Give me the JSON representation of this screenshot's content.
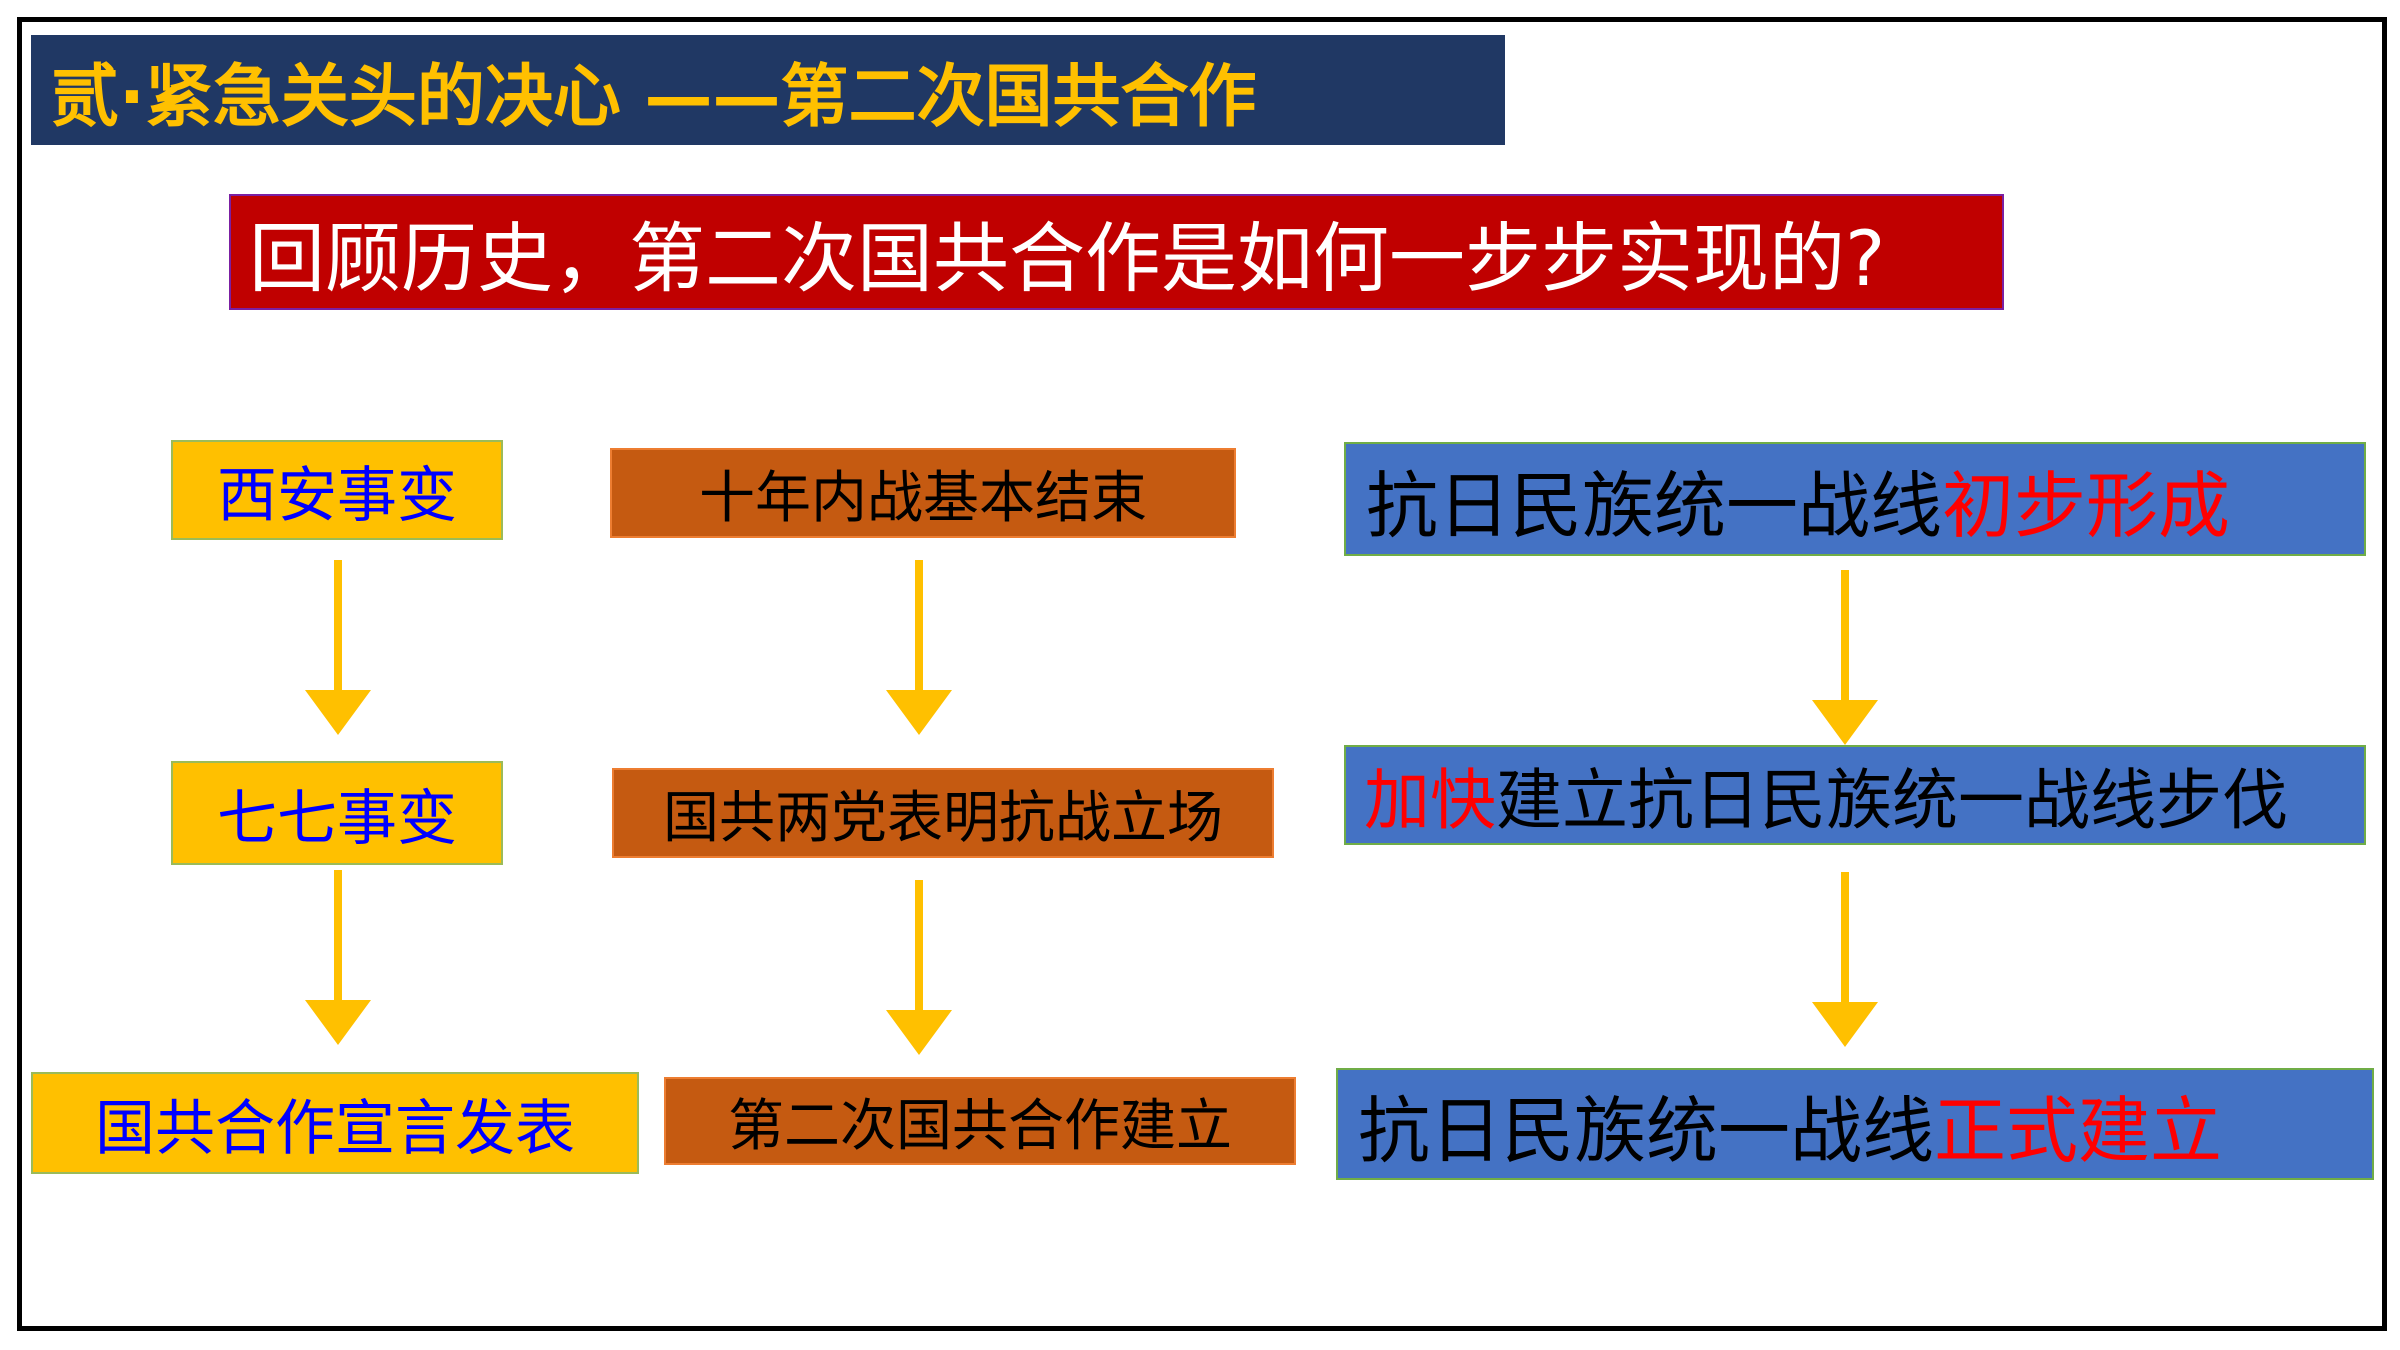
{
  "title": "贰·紧急关头的决心 ——第二次国共合作",
  "question": "回顾历史，第二次国共合作是如何一步步实现的?",
  "columns": {
    "events": [
      "西安事变",
      "七七事变",
      "国共合作宣言发表"
    ],
    "results": [
      "十年内战基本结束",
      "国共两党表明抗战立场",
      "第二次国共合作建立"
    ],
    "front": [
      {
        "pre": "抗日民族统一战线",
        "highlight": "初步形成",
        "post": ""
      },
      {
        "pre": "",
        "highlight": "加快",
        "post": "建立抗日民族统一战线步伐"
      },
      {
        "pre": "抗日民族统一战线",
        "highlight": "正式建立",
        "post": ""
      }
    ]
  },
  "colors": {
    "title_bg": "#203864",
    "title_text": "#FFC000",
    "question_bg": "#C00000",
    "event_bg": "#FFC000",
    "event_text": "#0000FF",
    "result_bg": "#C55A11",
    "front_bg": "#4472C4",
    "highlight": "#FF0000",
    "arrow": "#FFC000"
  }
}
